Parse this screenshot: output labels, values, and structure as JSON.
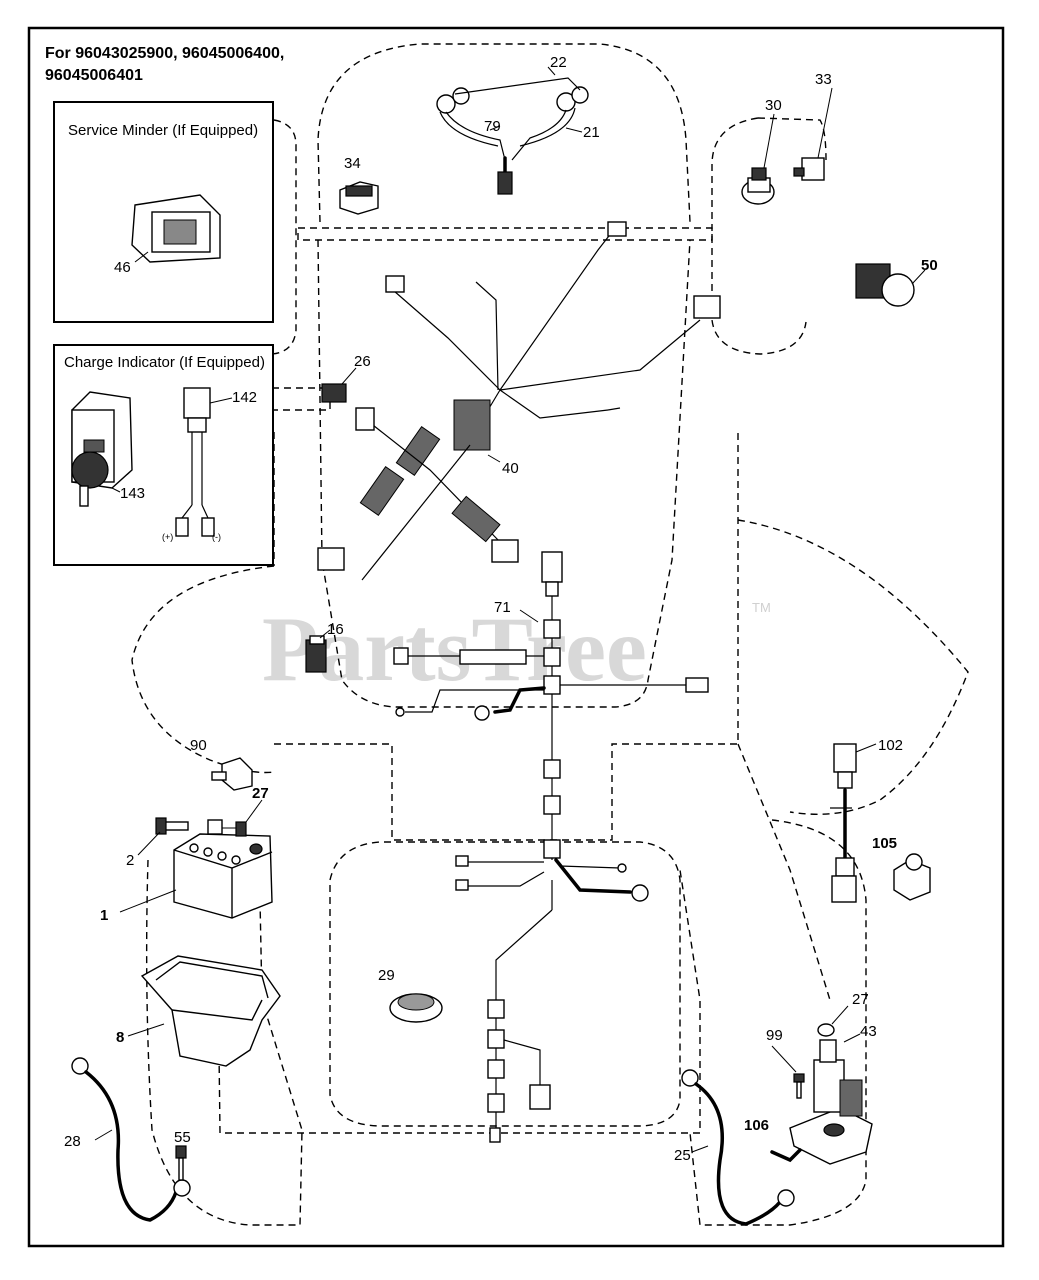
{
  "header": {
    "line1": "For 96043025900, 96045006400,",
    "line2": "96045006401"
  },
  "insets": {
    "service_minder_title": "Service Minder (If Equipped)",
    "charge_indicator_title": "Charge Indicator (If Equipped)",
    "plus_label": "(+)",
    "minus_label": "(-)"
  },
  "watermark": {
    "text": "PartsTree",
    "tm": "TM"
  },
  "callouts": {
    "c1": "1",
    "c2": "2",
    "c8": "8",
    "c16": "16",
    "c21": "21",
    "c22": "22",
    "c25": "25",
    "c26": "26",
    "c27a": "27",
    "c27b": "27",
    "c28": "28",
    "c29": "29",
    "c30": "30",
    "c33": "33",
    "c34": "34",
    "c40": "40",
    "c43": "43",
    "c46": "46",
    "c50": "50",
    "c55": "55",
    "c71": "71",
    "c79": "79",
    "c90": "90",
    "c99": "99",
    "c102": "102",
    "c105": "105",
    "c106": "106",
    "c142": "142",
    "c143": "143"
  }
}
